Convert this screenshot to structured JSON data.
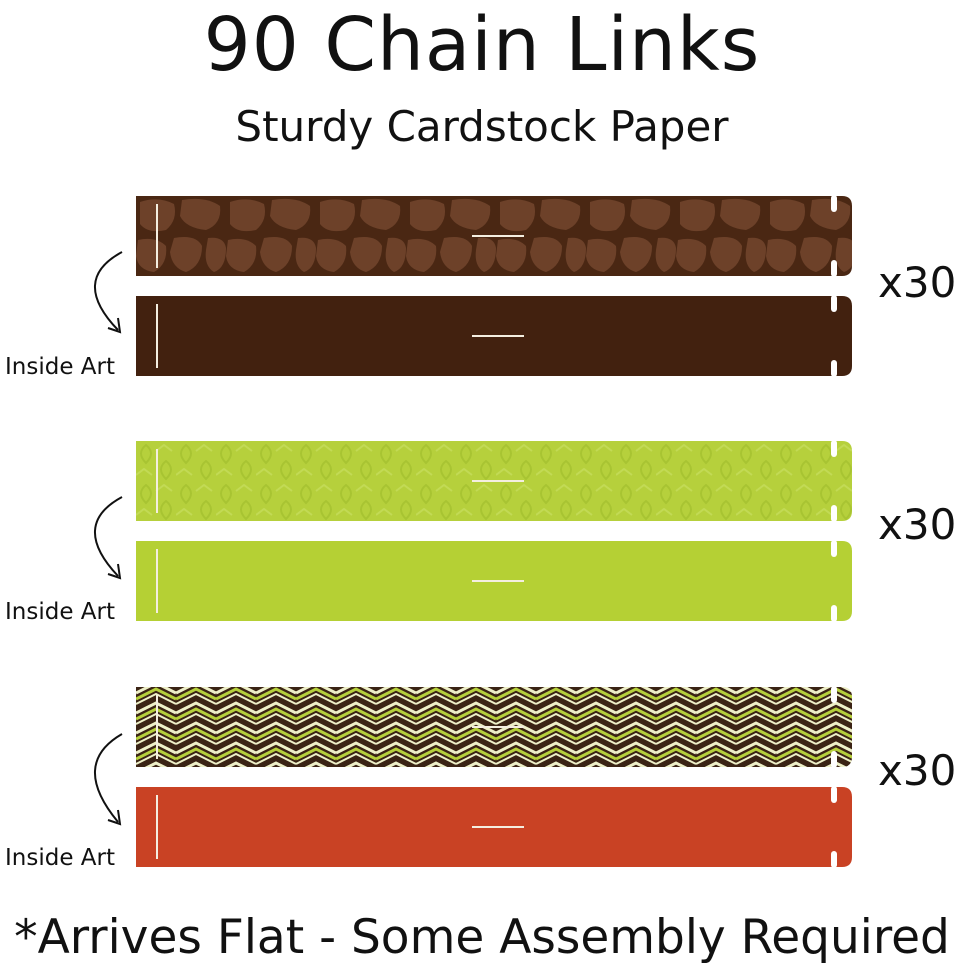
{
  "title": "90 Chain Links",
  "subtitle": "Sturdy Cardstock Paper",
  "groups": [
    {
      "quantity": "x30",
      "inside_label": "Inside Art",
      "outside_pattern": "giraffe-spots",
      "outside_color": "#6b4128",
      "inside_color": "#42210f"
    },
    {
      "quantity": "x30",
      "inside_label": "Inside Art",
      "outside_pattern": "leaf-texture",
      "outside_color": "#b6d03c",
      "inside_color": "#b5d034"
    },
    {
      "quantity": "x30",
      "inside_label": "Inside Art",
      "outside_pattern": "chevron-stripes",
      "outside_color": "#3a2314",
      "inside_color": "#c94224"
    }
  ],
  "footer": "*Arrives Flat - Some Assembly Required"
}
